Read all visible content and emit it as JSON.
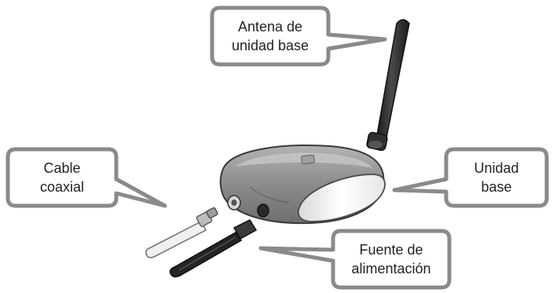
{
  "callouts": {
    "antenna": {
      "line1": "Antena de",
      "line2": "unidad base"
    },
    "cable": {
      "line1": "Cable",
      "line2": "coaxial"
    },
    "base_unit": {
      "line1": "Unidad",
      "line2": "base"
    },
    "power_supply": {
      "line1": "Fuente de",
      "line2": "alimentación"
    }
  },
  "colors": {
    "callout_border": "#8a8a8a",
    "callout_fill": "#ffffff",
    "device_body": "#8c8c8c",
    "device_shadow": "#6e6e6e",
    "device_highlight": "#b4b4b4",
    "antenna": "#2b2b2b",
    "front_panel": "#f2f2f2"
  }
}
